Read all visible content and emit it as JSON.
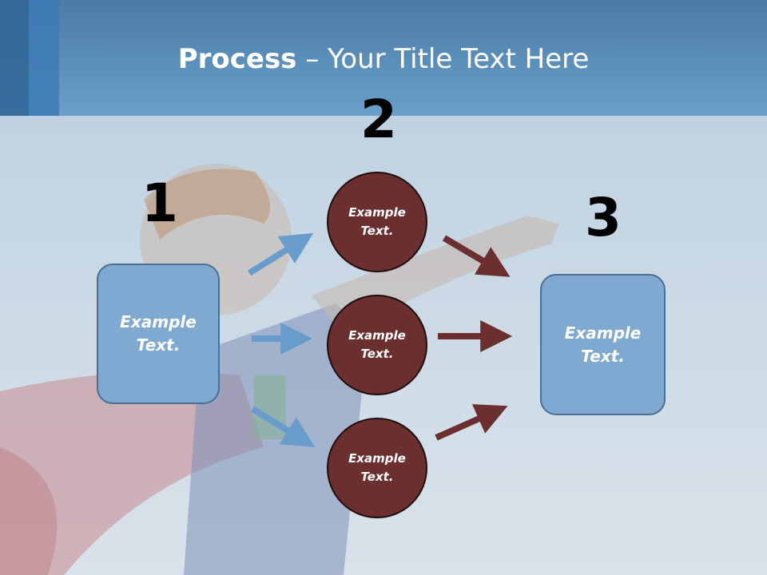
{
  "title": {
    "bold": "Process",
    "rest": " – Your Title Text Here"
  },
  "steps": [
    {
      "number": "1",
      "text": "Example Text."
    },
    {
      "number": "2",
      "items": [
        "Example Text.",
        "Example Text.",
        "Example Text."
      ]
    },
    {
      "number": "3",
      "text": "Example Text."
    }
  ],
  "colors": {
    "header": "#6b9fcb",
    "box_fill": "#7fa9d1",
    "circle_fill": "#6b2f2f",
    "blue_arrow": "#6a9ccb",
    "red_arrow": "#6b2f2f"
  }
}
